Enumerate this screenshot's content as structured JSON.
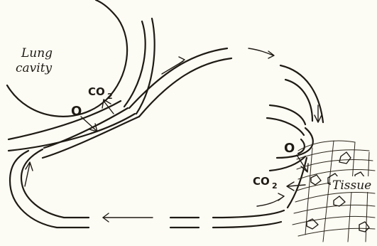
{
  "diagram": {
    "labels": {
      "lung_cavity_line1": "Lung",
      "lung_cavity_line2": "cavity",
      "lung_o2": "O",
      "lung_co2": "CO",
      "lung_co2_sub": "2",
      "tissue_o2": "O",
      "tissue_co2": "CO",
      "tissue_co2_sub": "2",
      "tissue": "Tissue"
    },
    "colors": {
      "ink": "#1e1a14",
      "paper": "#fdfcf4"
    }
  }
}
